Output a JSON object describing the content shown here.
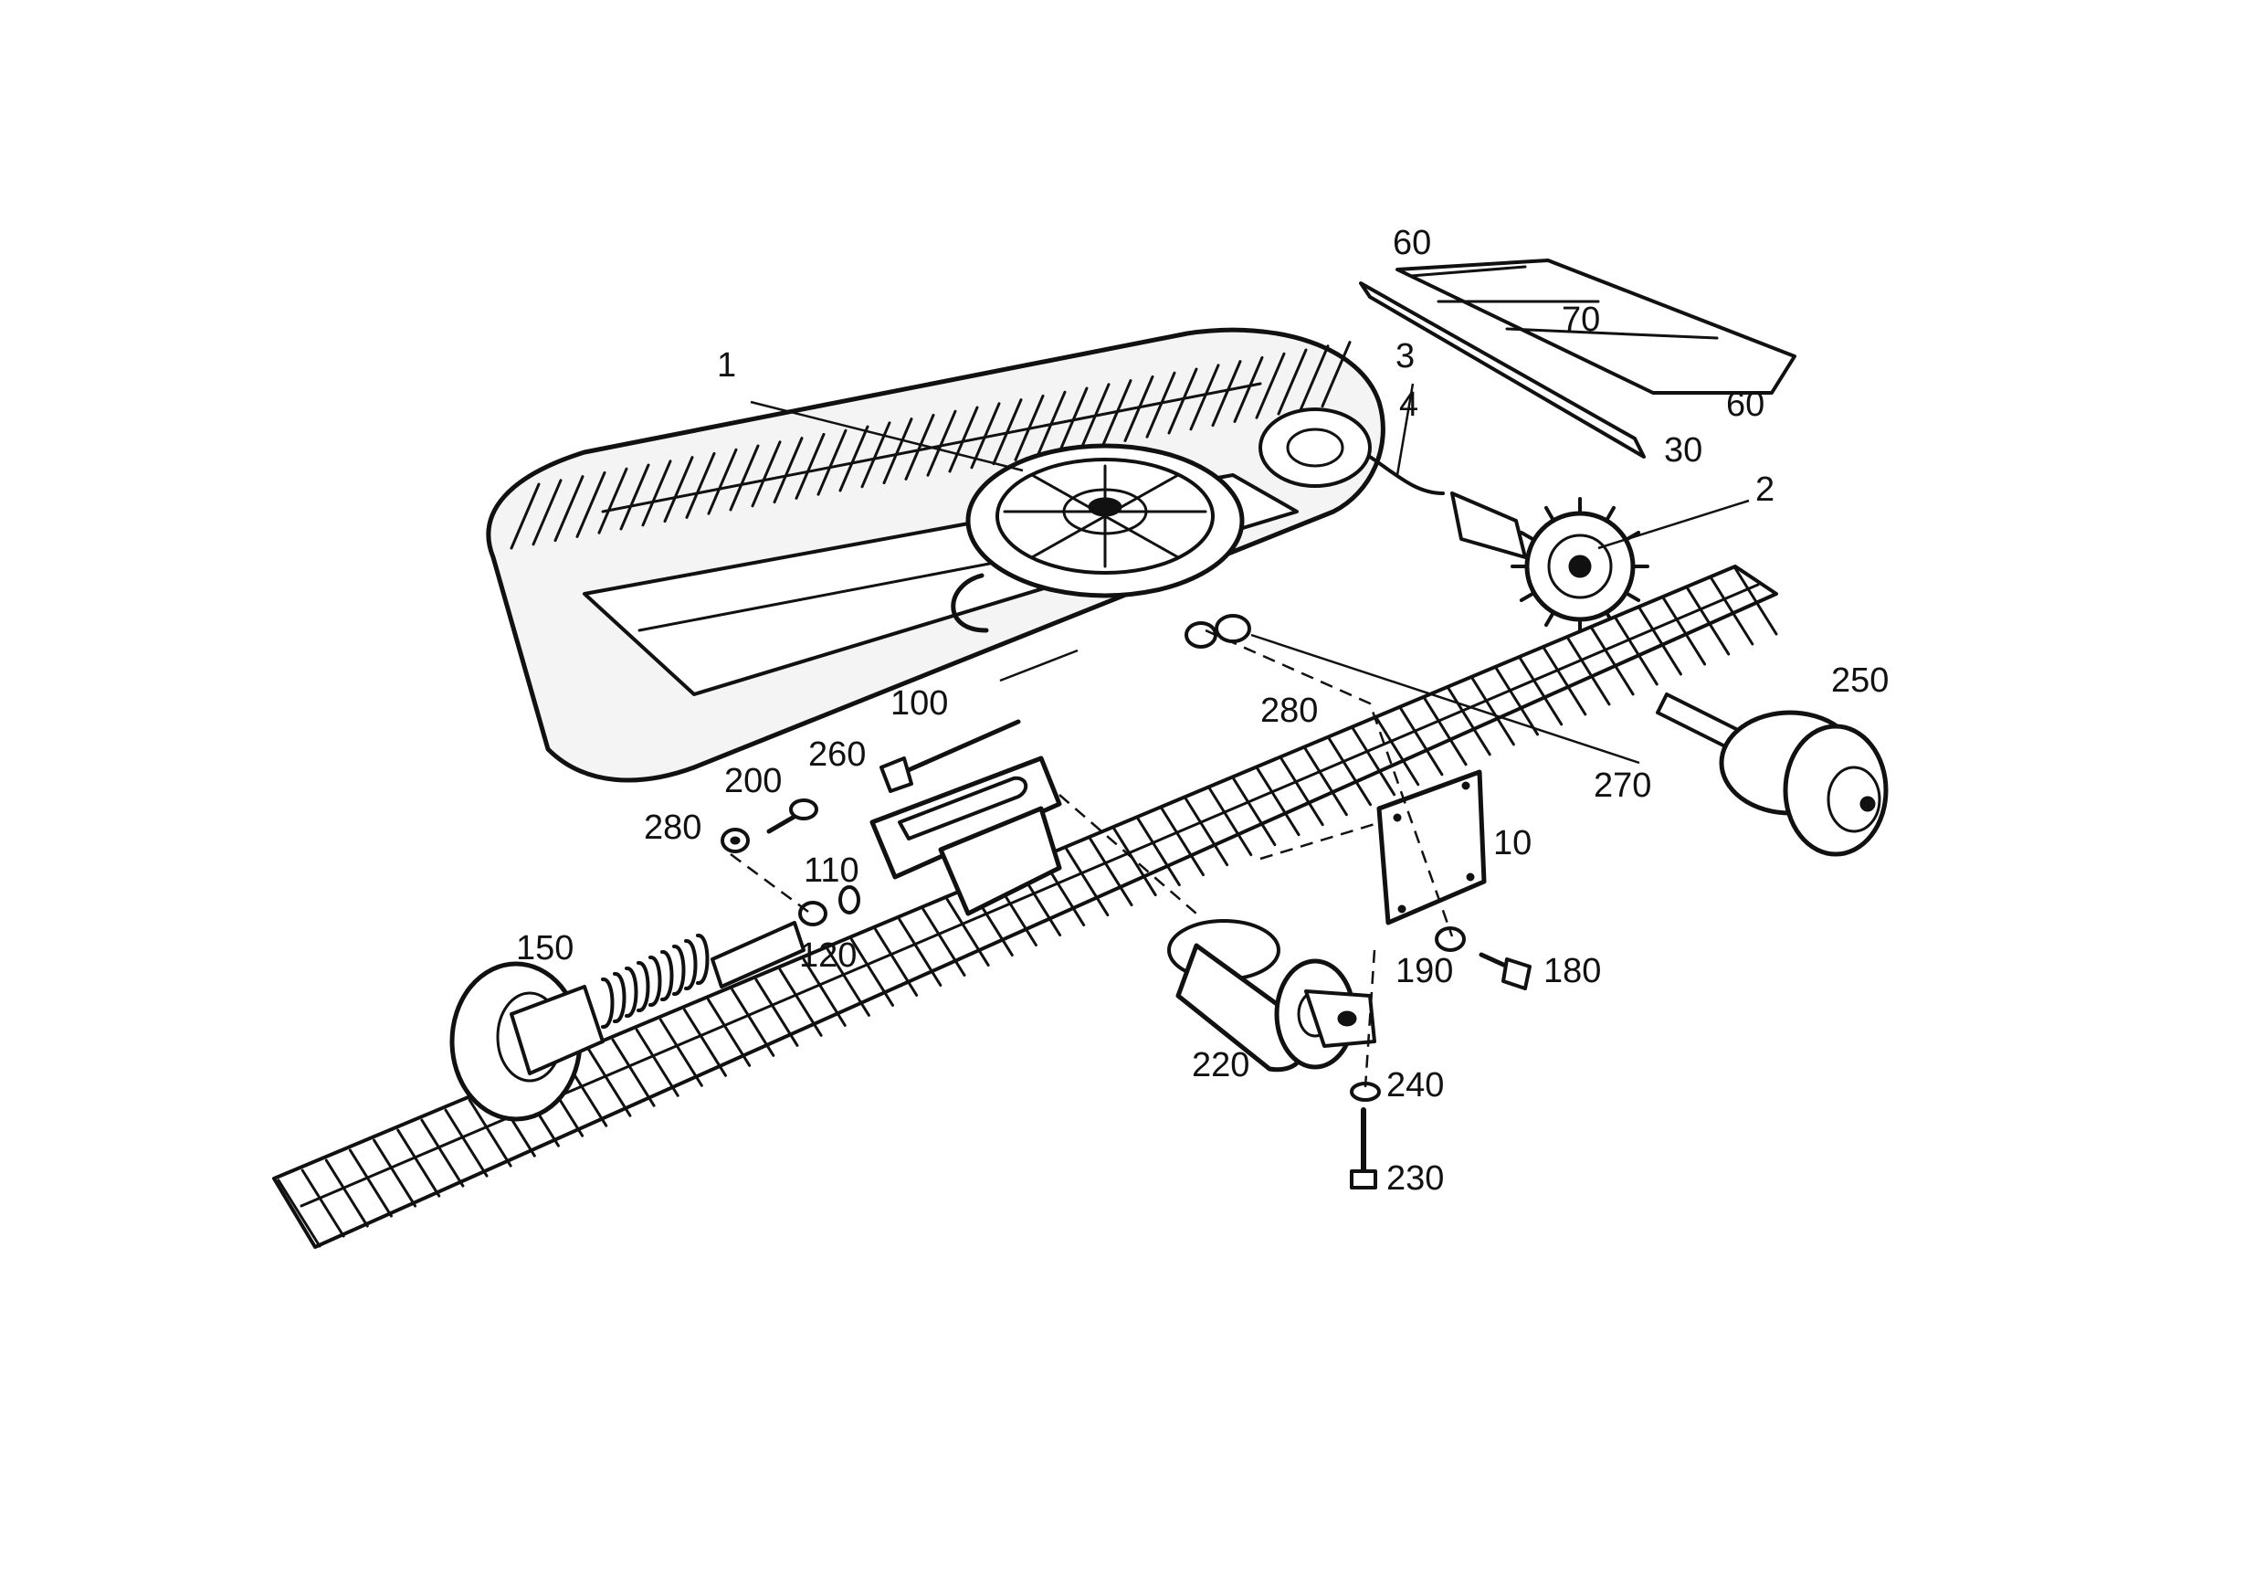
{
  "colors": {
    "ink": "#111111",
    "paper": "#ffffff"
  },
  "parts": [
    {
      "id": "p1",
      "label": "1"
    },
    {
      "id": "p2",
      "label": "2"
    },
    {
      "id": "p3",
      "label": "3"
    },
    {
      "id": "p4",
      "label": "4"
    },
    {
      "id": "p10",
      "label": "10"
    },
    {
      "id": "p30",
      "label": "30"
    },
    {
      "id": "p60a",
      "label": "60"
    },
    {
      "id": "p60b",
      "label": "60"
    },
    {
      "id": "p70",
      "label": "70"
    },
    {
      "id": "p100",
      "label": "100"
    },
    {
      "id": "p110",
      "label": "110"
    },
    {
      "id": "p120",
      "label": "120"
    },
    {
      "id": "p150",
      "label": "150"
    },
    {
      "id": "p180",
      "label": "180"
    },
    {
      "id": "p190",
      "label": "190"
    },
    {
      "id": "p200",
      "label": "200"
    },
    {
      "id": "p220",
      "label": "220"
    },
    {
      "id": "p230",
      "label": "230"
    },
    {
      "id": "p240",
      "label": "240"
    },
    {
      "id": "p250",
      "label": "250"
    },
    {
      "id": "p260",
      "label": "260"
    },
    {
      "id": "p270",
      "label": "270"
    },
    {
      "id": "p280a",
      "label": "280"
    },
    {
      "id": "p280b",
      "label": "280"
    }
  ]
}
